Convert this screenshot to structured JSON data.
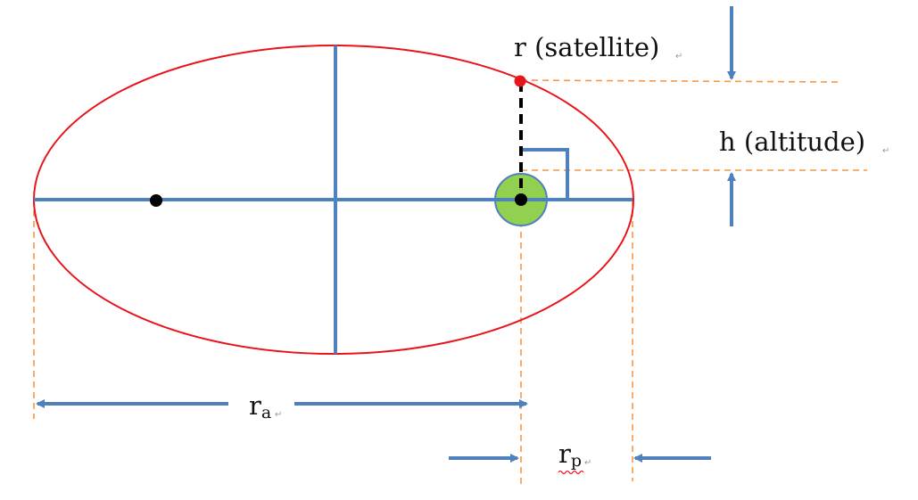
{
  "labels": {
    "satellite": "r (satellite)",
    "altitude": "h (altitude)",
    "r_apoapsis_base": "r",
    "r_apoapsis_sub": "a",
    "r_periapsis_base": "r",
    "r_periapsis_sub": "p"
  },
  "paragraph_mark": "↵",
  "colors": {
    "orbit": "#e8141b",
    "axis": "#4f81bd",
    "guide": "#f79646",
    "earth": "#92d050",
    "satellite_point": "#e8141b",
    "focus_point": "#000000",
    "radius_line": "#000000"
  }
}
